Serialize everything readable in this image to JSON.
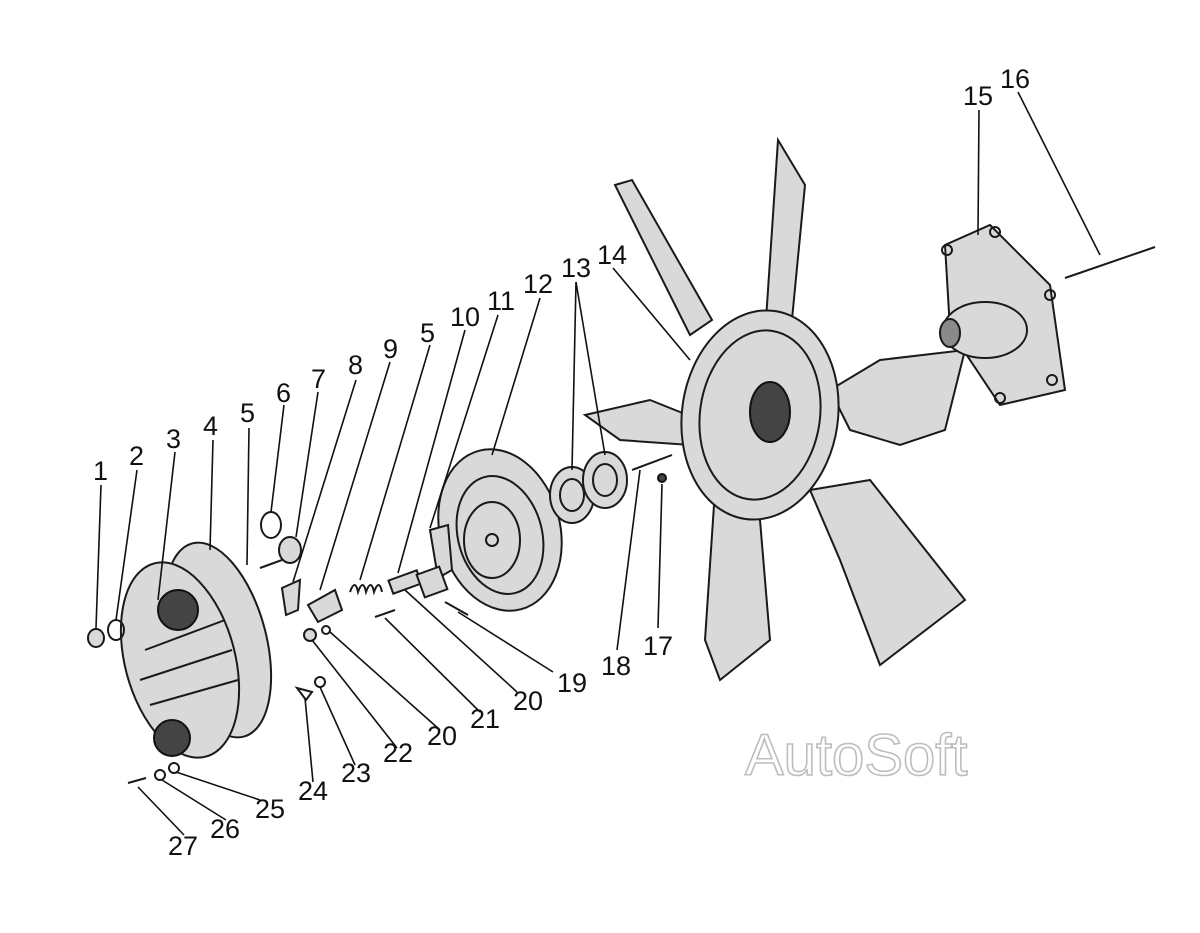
{
  "labels": {
    "l1": "1",
    "l2": "2",
    "l3": "3",
    "l4": "4",
    "l5a": "5",
    "l6": "6",
    "l7": "7",
    "l8": "8",
    "l9": "9",
    "l5b": "5",
    "l10": "10",
    "l11": "11",
    "l12": "12",
    "l13": "13",
    "l14": "14",
    "l15": "15",
    "l16": "16",
    "l17": "17",
    "l18": "18",
    "l19": "19",
    "l20a": "20",
    "l21": "21",
    "l20b": "20",
    "l22": "22",
    "l23": "23",
    "l24": "24",
    "l25": "25",
    "l26": "26",
    "l27": "27"
  },
  "watermark": "AutoSoft",
  "colors": {
    "ink": "#1a1a1a",
    "paper": "#ffffff",
    "watermark": "#bdbdbd"
  }
}
